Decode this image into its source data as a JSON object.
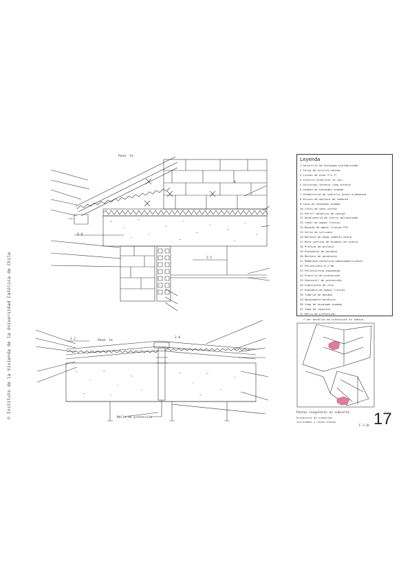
{
  "side_note": "© Instituto de la Vivienda de la Universidad Católica de Chile",
  "legend": {
    "title": "Leyenda",
    "items": [
      "1 Solerillo de hormigón prefabricado",
      "2 Tejas de arcilla cocida",
      "3 Listón de pino 2\"x 2\"",
      "4 Fieltro asfáltico 15 lbs.",
      "5 Aislación térmica lana mineral",
      "6 Cadena de hormigón armado",
      "7 Albañilería de ladrillo hecho a máquina",
      "8 Estuco de mortero de cemento",
      "9 Losa de hormigón armado",
      "10 Cielo de yeso cartón",
      "11 Perfil metálico de cuelga",
      "12 Hojalatería de fierro galvanizado",
      "13 Canal de aguas lluvias",
      "14 Bajada de aguas lluvias PVC",
      "15 Sello de silicona",
      "16 Mortero de pega cemento-arena",
      "17 Muro cortina de bloques de vidrio",
      "18 Pletina de anclaje",
      "19 Pavimento de baldosa",
      "20 Mortero de pendiente",
      "21 Membrana asfáltica impermeabilizante",
      "22 Polietileno 0,2 mm",
      "23 Poliestireno expandido",
      "24 Gravilla de protección",
      "25 Geotextil de protección",
      "26 Cubrejunta de zinc",
      "27 Sumidero de aguas lluvias",
      "28 Tubería de bajada",
      "29 Abrazadera metálica",
      "30 Viga de hormigón armado",
      "31 Tapa de registro",
      "32 Malla de protección"
    ]
  },
  "note": "* Ver detalles de protección en lámina",
  "keyplan": {
    "title": "Puntos singulares en cubierta",
    "line1": "Encuentros de cubiertas",
    "line2": "inclinadas y losas planas"
  },
  "sheet_number": "17",
  "scale": "E 1:20",
  "drawing_labels": {
    "slope_top": "Pend. 1%",
    "slope_bottom": "Pend. 1%",
    "dim_a": "6.4",
    "dim_b": "3.5",
    "dim_c": "1.2",
    "dim_d": "2.0",
    "bottom_note": "Malla de protección",
    "x_mark": "X"
  },
  "colors": {
    "line": "#333333",
    "highlight": "#e07aa0"
  }
}
